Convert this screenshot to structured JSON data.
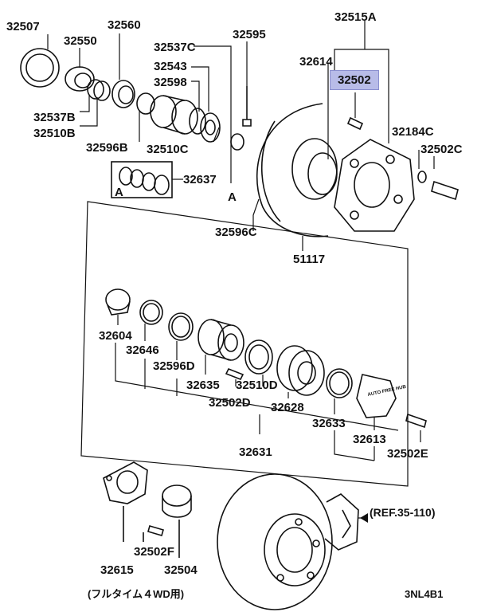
{
  "highlight_color": "#b8bce8",
  "labels": {
    "p32507": "32507",
    "p32560": "32560",
    "p32550": "32550",
    "p32537C": "32537C",
    "p32595": "32595",
    "p32515A": "32515A",
    "p32614": "32614",
    "p32502": "32502",
    "p32543": "32543",
    "p32598": "32598",
    "p32537B": "32537B",
    "p32510B": "32510B",
    "p32596B": "32596B",
    "p32510C": "32510C",
    "p32184C": "32184C",
    "p32502C": "32502C",
    "p32637": "32637",
    "setA": "A",
    "markA": "A",
    "p32596C": "32596C",
    "p51117": "51117",
    "p32604": "32604",
    "p32646": "32646",
    "p32596D": "32596D",
    "p32635": "32635",
    "p32510D": "32510D",
    "p32502D": "32502D",
    "p32628": "32628",
    "p32633": "32633",
    "p32613": "32613",
    "p32502E": "32502E",
    "p32631": "32631",
    "ref": "(REF.35-110)",
    "p32502F": "32502F",
    "p32615": "32615",
    "p32504": "32504",
    "footnote": "(フルタイム４WD用)",
    "code": "3NL4B1",
    "hub_text": "AUTO FREE HUB"
  }
}
